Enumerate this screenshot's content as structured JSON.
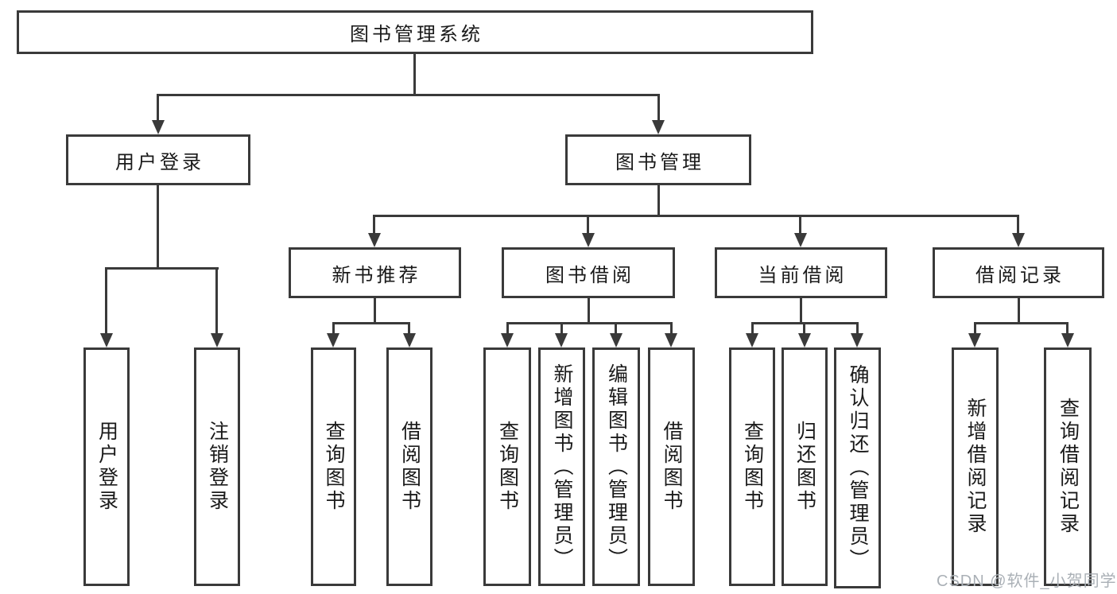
{
  "diagram": {
    "type": "hierarchy-tree",
    "colors": {
      "background": "#ffffff",
      "line": "#3a3a3a",
      "text": "#1a1a1a",
      "watermark": "#aab0b6"
    },
    "root": {
      "label": "图书管理系统"
    },
    "level2": [
      {
        "label": "用户登录",
        "parent": "图书管理系统"
      },
      {
        "label": "图书管理",
        "parent": "图书管理系统"
      }
    ],
    "level3": [
      {
        "label": "新书推荐",
        "parent": "图书管理"
      },
      {
        "label": "图书借阅",
        "parent": "图书管理"
      },
      {
        "label": "当前借阅",
        "parent": "图书管理"
      },
      {
        "label": "借阅记录",
        "parent": "图书管理"
      }
    ],
    "leaves": [
      {
        "label": "用户登录",
        "parent": "用户登录"
      },
      {
        "label": "注销登录",
        "parent": "用户登录"
      },
      {
        "label": "查询图书",
        "parent": "新书推荐"
      },
      {
        "label": "借阅图书",
        "parent": "新书推荐"
      },
      {
        "label": "查询图书",
        "parent": "图书借阅"
      },
      {
        "label": "新增图书（管理员）",
        "parent": "图书借阅"
      },
      {
        "label": "编辑图书（管理员）",
        "parent": "图书借阅"
      },
      {
        "label": "借阅图书",
        "parent": "图书借阅"
      },
      {
        "label": "查询图书",
        "parent": "当前借阅"
      },
      {
        "label": "归还图书",
        "parent": "当前借阅"
      },
      {
        "label": "确认归还（管理员）",
        "parent": "当前借阅"
      },
      {
        "label": "新增借阅记录",
        "parent": "借阅记录"
      },
      {
        "label": "查询借阅记录",
        "parent": "借阅记录"
      }
    ],
    "watermark": {
      "text": "CSDN @软件_小贺同学"
    }
  }
}
